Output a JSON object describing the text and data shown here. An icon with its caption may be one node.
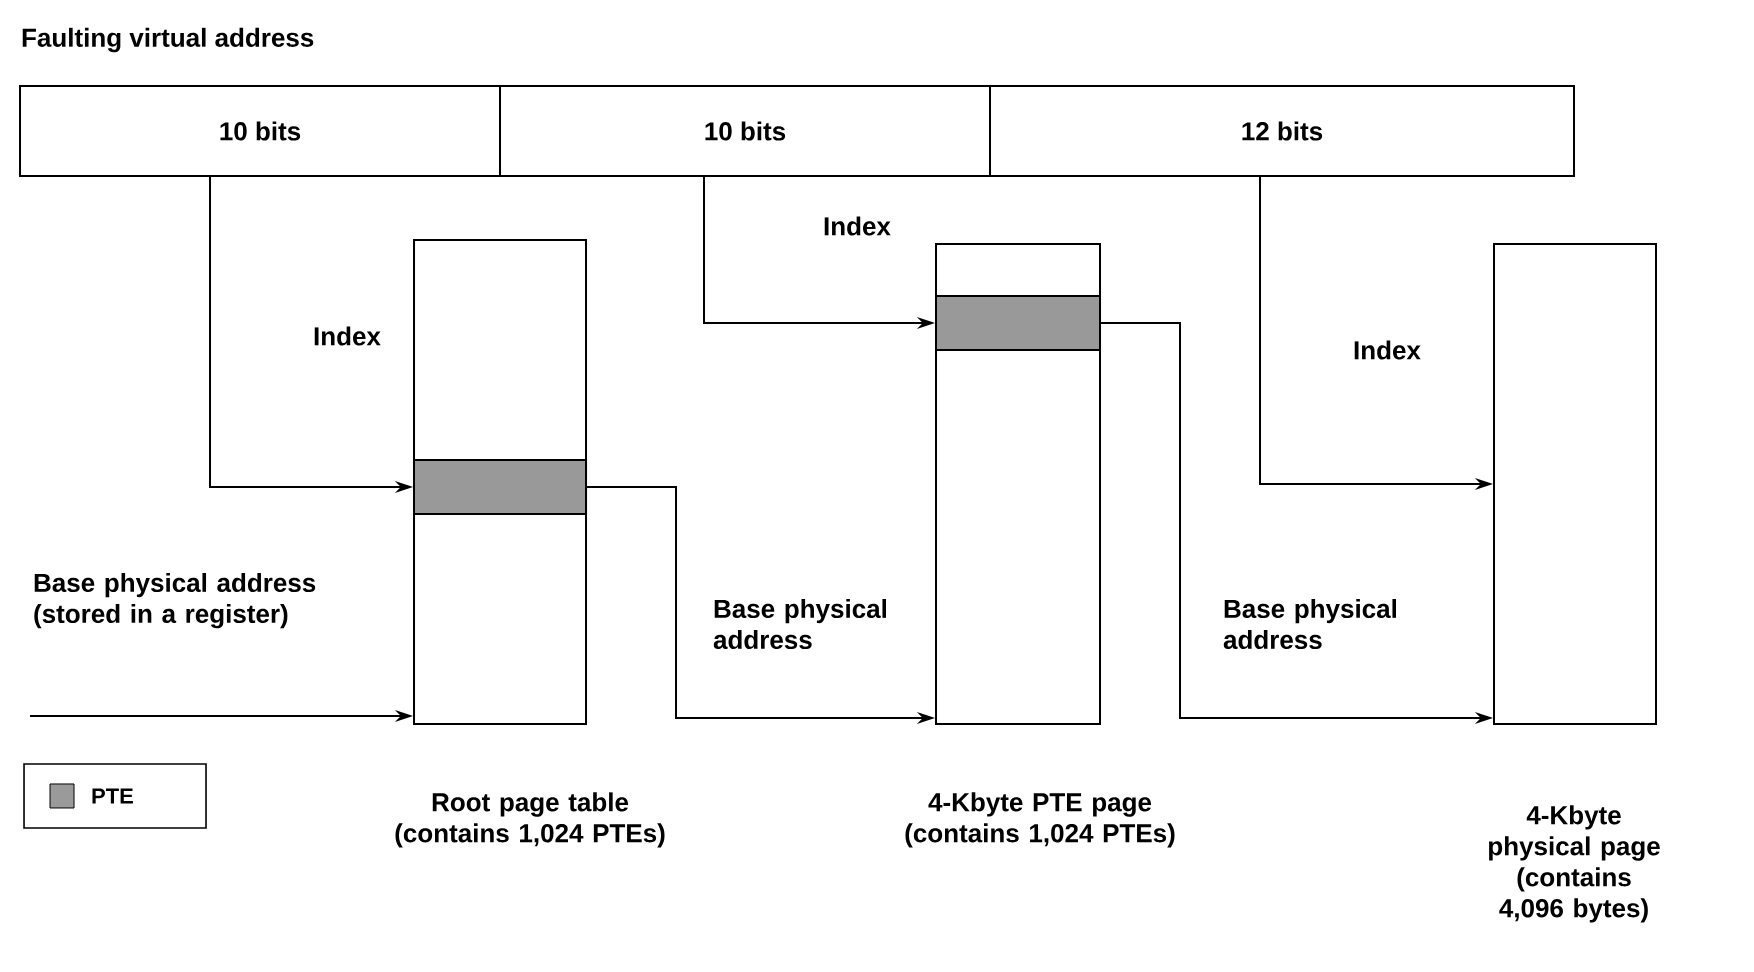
{
  "diagram": {
    "title": "Faulting virtual address",
    "nodes": [
      {
        "text": [
          "10 bits"
        ]
      },
      {
        "text": [
          "10 bits"
        ]
      },
      {
        "text": [
          "12 bits"
        ]
      },
      {
        "text": [],
        "shape": "box",
        "beside": [
          "Root page table (contains 1,024 PTEs)"
        ]
      },
      {
        "text": [],
        "shape": "bar",
        "in": 3
      },
      {
        "text": [],
        "shape": "box",
        "beside": [
          "4-Kbyte PTE page (contains 1,024 PTEs)"
        ]
      },
      {
        "text": [],
        "shape": "bar",
        "in": 5
      },
      {
        "text": [],
        "shape": "box",
        "beside": [
          "4-Kbyte physical page (contains 4,096 bytes)"
        ]
      }
    ],
    "edges": [
      {
        "from": 0,
        "to": 4,
        "arrow": "to",
        "label": "Index"
      },
      {
        "from": 1,
        "to": 6,
        "arrow": "to",
        "label": "Index"
      },
      {
        "from": 2,
        "to": 7,
        "arrow": "to",
        "label": "Index"
      },
      {
        "from": null,
        "to": 3,
        "arrow": "to",
        "label": "Base physical address (stored in a register)"
      },
      {
        "from": 4,
        "to": 5,
        "arrow": "to",
        "label": "Base physical address"
      },
      {
        "from": 6,
        "to": 7,
        "arrow": "to",
        "label": "Base physical address"
      }
    ],
    "legend": [
      {
        "text": "PTE",
        "color": "#9a9a9a"
      }
    ]
  }
}
